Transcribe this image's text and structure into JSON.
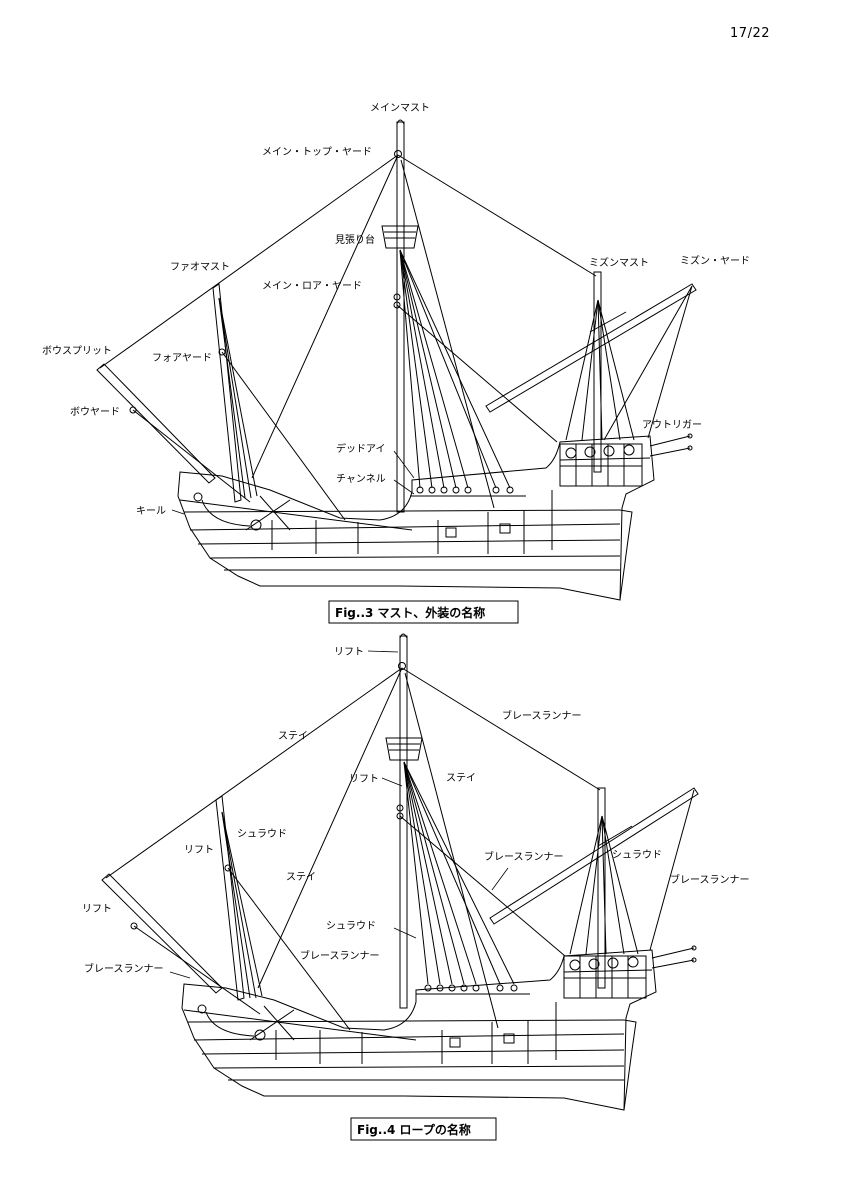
{
  "page_number": "17/22",
  "figure3": {
    "caption": "Fig..3  マスト、外装の名称",
    "labels": {
      "main_mast": "メインマスト",
      "main_top_yard": "メイン・トップ・ヤード",
      "lookout": "見張り台",
      "fore_mast": "ファオマスト",
      "main_lower_yard": "メイン・ロア・ヤード",
      "mizzen_mast": "ミズンマスト",
      "mizzen_yard": "ミズン・ヤード",
      "bowsprit": "ボウスプリット",
      "fore_yard": "フォアヤード",
      "bow_yard": "ボウヤード",
      "outrigger": "アウトリガー",
      "deadeye": "デッドアイ",
      "channel": "チャンネル",
      "keel": "キール"
    }
  },
  "figure4": {
    "caption": "Fig..4  ロープの名称",
    "labels": {
      "lift_top": "リフト",
      "stay_left": "ステイ",
      "brace_runner_top": "ブレースランナー",
      "lift_main": "リフト",
      "stay_main": "ステイ",
      "shroud_fore": "シュラウド",
      "lift_fore": "リフト",
      "brace_runner_mid": "ブレースランナー",
      "shroud_mizzen": "シュラウド",
      "brace_runner_right": "ブレースランナー",
      "stay_fore": "ステイ",
      "lift_bow": "リフト",
      "shroud_main": "シュラウド",
      "brace_runner_fore": "ブレースランナー",
      "brace_runner_bow": "ブレースランナー"
    }
  }
}
